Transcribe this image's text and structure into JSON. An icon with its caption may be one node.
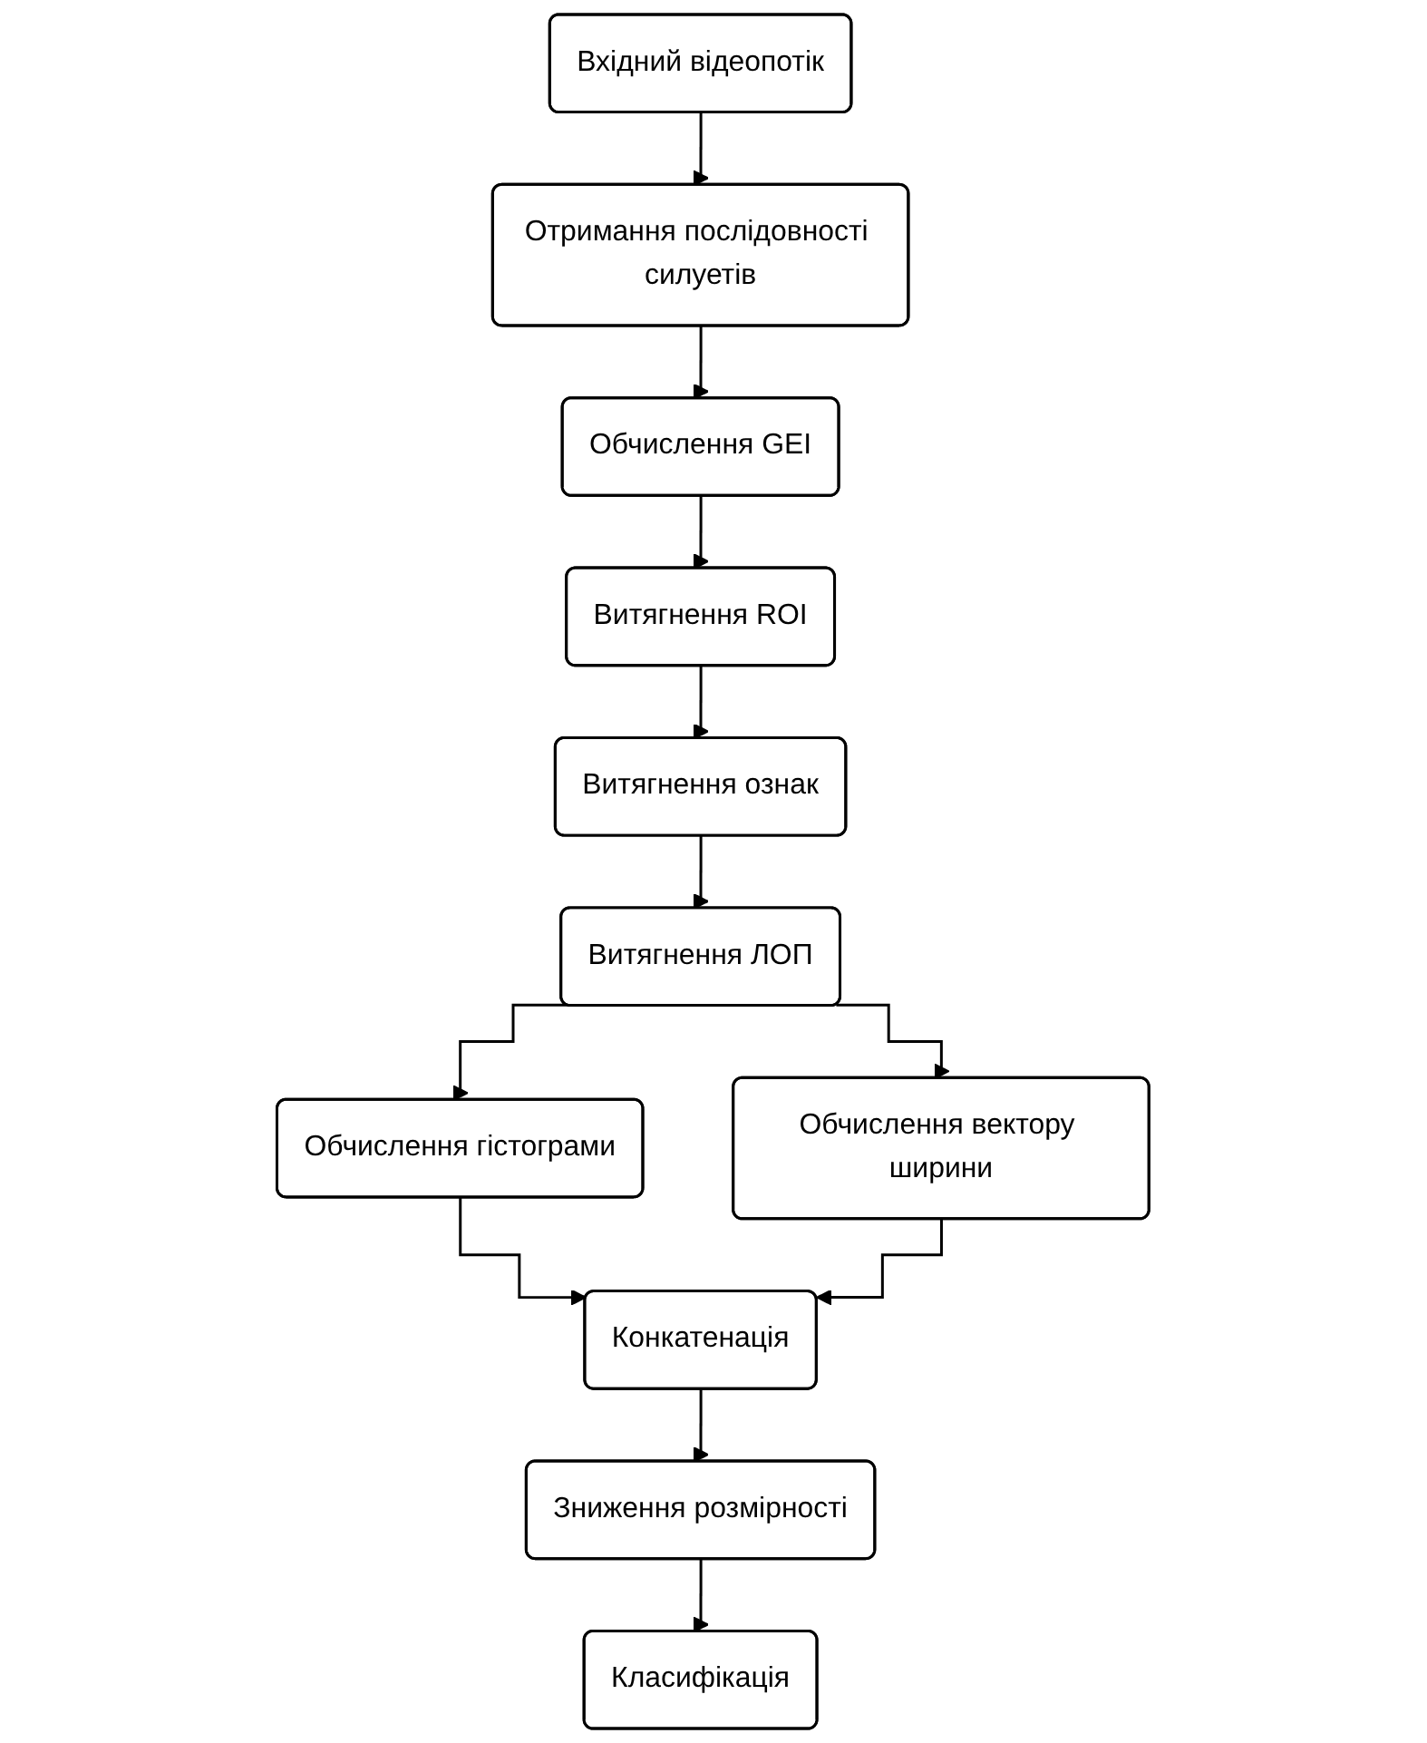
{
  "diagram": {
    "nodes": [
      {
        "text": [
          "Вхідний відеопотік"
        ]
      },
      {
        "text": [
          "Отримання послідовності силуетів"
        ]
      },
      {
        "text": [
          "Обчислення GEI"
        ]
      },
      {
        "text": [
          "Витягнення ROI"
        ]
      },
      {
        "text": [
          "Витягнення ознак"
        ]
      },
      {
        "text": [
          "Витягнення ЛОП"
        ]
      },
      {
        "text": [
          "Обчислення гістограми"
        ]
      },
      {
        "text": [
          "Обчислення вектору ширини"
        ]
      },
      {
        "text": [
          "Конкатенація"
        ]
      },
      {
        "text": [
          "Зниження розмірності"
        ]
      },
      {
        "text": [
          "Класифікація"
        ]
      }
    ],
    "edges": [
      {
        "from": 0,
        "to": 1,
        "arrow": "to"
      },
      {
        "from": 1,
        "to": 2,
        "arrow": "to"
      },
      {
        "from": 2,
        "to": 3,
        "arrow": "to"
      },
      {
        "from": 3,
        "to": 4,
        "arrow": "to"
      },
      {
        "from": 4,
        "to": 5,
        "arrow": "to"
      },
      {
        "from": 5,
        "to": 6,
        "arrow": "to"
      },
      {
        "from": 5,
        "to": 7,
        "arrow": "to"
      },
      {
        "from": 6,
        "to": 8,
        "arrow": "to"
      },
      {
        "from": 7,
        "to": 8,
        "arrow": "to"
      },
      {
        "from": 8,
        "to": 9,
        "arrow": "to"
      },
      {
        "from": 9,
        "to": 10,
        "arrow": "to"
      }
    ]
  }
}
